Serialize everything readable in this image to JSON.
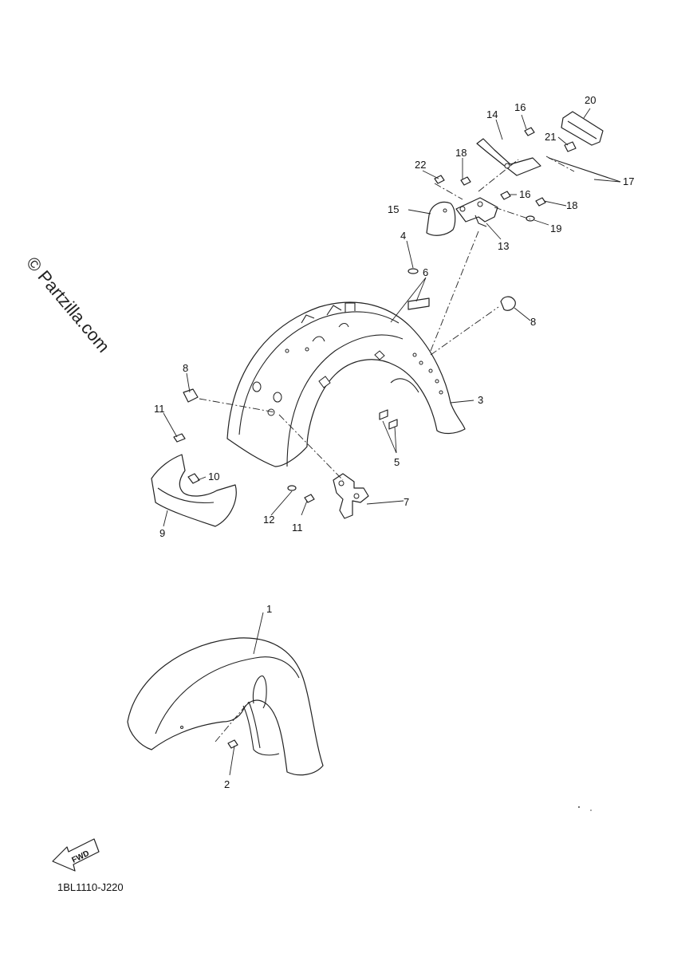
{
  "watermark": "© Partzilla.com",
  "diagram_code": "1BL1110-J220",
  "fwd_label": "FWD",
  "callouts": [
    "1",
    "2",
    "3",
    "4",
    "5",
    "6",
    "7",
    "8",
    "8",
    "9",
    "10",
    "11",
    "11",
    "12",
    "13",
    "14",
    "15",
    "16",
    "16",
    "17",
    "18",
    "18",
    "19",
    "20",
    "21",
    "22"
  ]
}
